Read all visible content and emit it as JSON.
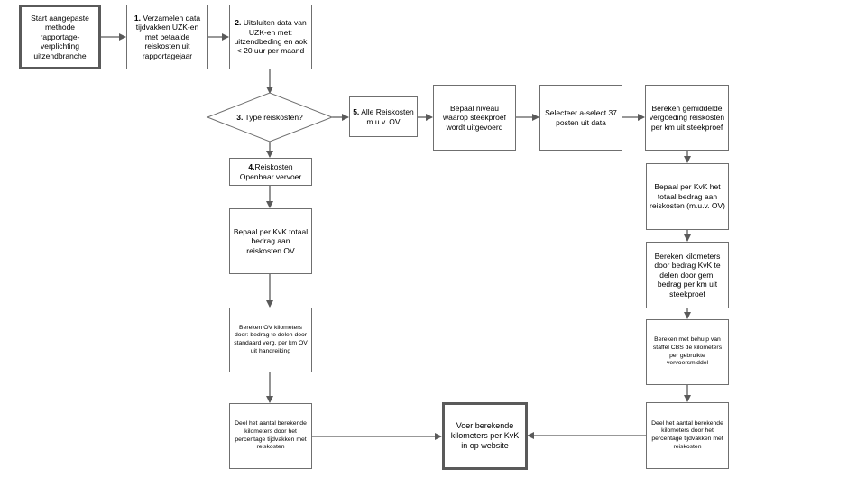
{
  "nodes": {
    "start": "Start aangepaste methode rapportage-verplichting uitzendbranche",
    "n1": {
      "num": "1.",
      "text": " Verzamelen data tijdvakken UZK-en met betaalde reiskosten uit rapportagejaar"
    },
    "n2": {
      "num": "2.",
      "text": " Uitsluiten data van UZK-en met: uitzendbeding en aok < 20 uur per maand"
    },
    "n3": {
      "num": "3.",
      "text": " Type reiskosten?"
    },
    "n4": {
      "num": "4.",
      "text": "Reiskosten Openbaar vervoer"
    },
    "n5": {
      "num": "5.",
      "text": " Alle Reiskosten m.u.v. OV"
    },
    "bepaal_niveau": "Bepaal niveau waarop steekproef wordt uitgevoerd",
    "selecteer": "Selecteer a-select 37 posten uit data",
    "bereken_gem": "Bereken gemiddelde vergoeding reiskosten per km uit steekproef",
    "bepaal_kvk_totaal": "Bepaal per KvK het totaal bedrag aan reiskosten (m.u.v. OV)",
    "bereken_km_gem": "Bereken kilometers door bedrag KvK te delen door gem. bedrag per km uit steekproef",
    "bereken_staffel": "Bereken met behulp van staffel CBS de kilometers per gebruikte vervoersmiddel",
    "deel_rechts": "Deel het aantal berekende kilometers door het percentage tijdvakken met reiskosten",
    "bepaal_ov": "Bepaal per KvK totaal bedrag aan reiskosten OV",
    "bereken_ov": "Bereken OV kilometers door: bedrag te delen door standaard verg. per km OV uit handreiking",
    "deel_links": "Deel het aantal berekende kilometers door het percentage tijdvakken met reiskosten",
    "voer": "Voer berekende kilometers per KvK in op website"
  }
}
